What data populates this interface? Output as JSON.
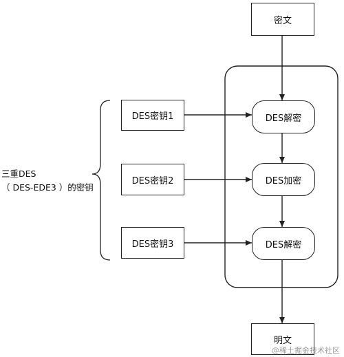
{
  "nodes": {
    "ciphertext": "密文",
    "key1": "DES密钥1",
    "key2": "DES密钥2",
    "key3": "DES密钥3",
    "step1": "DES解密",
    "step2": "DES加密",
    "step3": "DES解密",
    "plaintext": "明文"
  },
  "group_label": {
    "line1": "三重DES",
    "line2": "（ DES-EDE3 ）的密钥"
  },
  "watermark": "@稀土掘金技术社区"
}
